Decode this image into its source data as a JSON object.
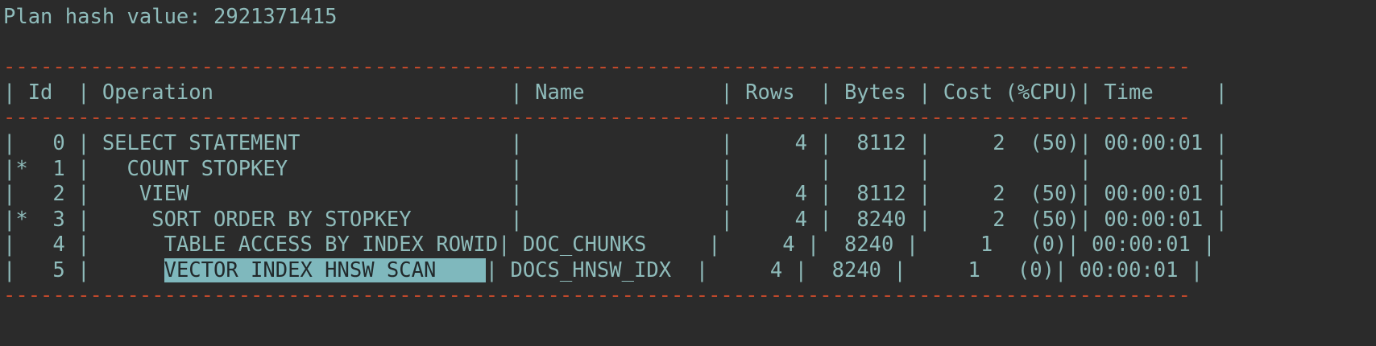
{
  "terminal": {
    "background_color": "#2b2b2b",
    "text_color": "#8fbcbb",
    "rule_color": "#c0492b",
    "highlight_bg_color": "#7fb8bd",
    "highlight_fg_color": "#22292b"
  },
  "plan": {
    "hash_label": "Plan hash value: 2921371415",
    "separator_top": "------------------------------------------------------------------------------------------------",
    "separator_mid": "------------------------------------------------------------------------------------------------",
    "separator_bottom": "------------------------------------------------------------------------------------------------",
    "header_line": "| Id  | Operation                        | Name           | Rows  | Bytes | Cost (%CPU)| Time     |",
    "columns": [
      "Id",
      "Operation",
      "Name",
      "Rows",
      "Bytes",
      "Cost (%CPU)",
      "Time"
    ],
    "highlighted_operation": "VECTOR INDEX HNSW SCAN",
    "rows": [
      {
        "id": "0",
        "star": "",
        "operation": "SELECT STATEMENT",
        "indent": 0,
        "name": "",
        "rows": "4",
        "bytes": "8112",
        "cost": "2",
        "cpu": "(50)",
        "time": "00:00:01",
        "highlighted": false,
        "prefix": "|   0 | ",
        "op_cell": "SELECT STATEMENT                 ",
        "suffix": "|                |     4 |  8112 |     2  (50)| 00:00:01 |"
      },
      {
        "id": "1",
        "star": "*",
        "operation": "COUNT STOPKEY",
        "indent": 1,
        "name": "",
        "rows": "",
        "bytes": "",
        "cost": "",
        "cpu": "",
        "time": "",
        "highlighted": false,
        "prefix": "|*  1 | ",
        "op_cell": "  COUNT STOPKEY                  ",
        "suffix": "|                |       |       |            |          |"
      },
      {
        "id": "2",
        "star": "",
        "operation": "VIEW",
        "indent": 2,
        "name": "",
        "rows": "4",
        "bytes": "8112",
        "cost": "2",
        "cpu": "(50)",
        "time": "00:00:01",
        "highlighted": false,
        "prefix": "|   2 | ",
        "op_cell": "   VIEW                          ",
        "suffix": "|                |     4 |  8112 |     2  (50)| 00:00:01 |"
      },
      {
        "id": "3",
        "star": "*",
        "operation": "SORT ORDER BY STOPKEY",
        "indent": 3,
        "name": "",
        "rows": "4",
        "bytes": "8240",
        "cost": "2",
        "cpu": "(50)",
        "time": "00:00:01",
        "highlighted": false,
        "prefix": "|*  3 | ",
        "op_cell": "    SORT ORDER BY STOPKEY        ",
        "suffix": "|                |     4 |  8240 |     2  (50)| 00:00:01 |"
      },
      {
        "id": "4",
        "star": "",
        "operation": "TABLE ACCESS BY INDEX ROWID",
        "indent": 4,
        "name": "DOC_CHUNKS",
        "rows": "4",
        "bytes": "8240",
        "cost": "1",
        "cpu": "(0)",
        "time": "00:00:01",
        "highlighted": false,
        "prefix": "|   4 | ",
        "op_cell": "     TABLE ACCESS BY INDEX ROWID",
        "suffix": "| DOC_CHUNKS     |     4 |  8240 |     1   (0)| 00:00:01 |"
      },
      {
        "id": "5",
        "star": "",
        "operation": "VECTOR INDEX HNSW SCAN",
        "indent": 5,
        "name": "DOCS_HNSW_IDX",
        "rows": "4",
        "bytes": "8240",
        "cost": "1",
        "cpu": "(0)",
        "time": "00:00:01",
        "highlighted": true,
        "prefix": "|   5 | ",
        "op_pre": "     ",
        "op_hl": "VECTOR INDEX HNSW SCAN    ",
        "suffix": "| DOCS_HNSW_IDX  |     4 |  8240 |     1   (0)| 00:00:01 |"
      }
    ]
  }
}
